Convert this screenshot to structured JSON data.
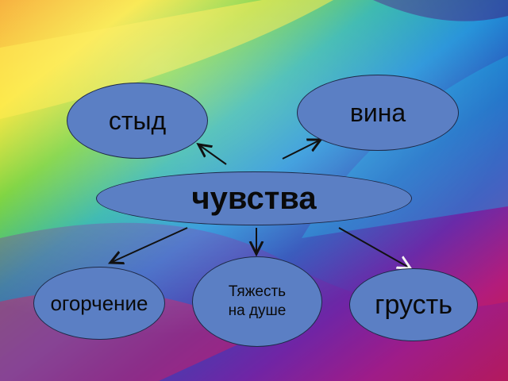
{
  "diagram": {
    "center": "чувства",
    "nodes": {
      "shame": "стыд",
      "guilt": "вина",
      "upset": "огорчение",
      "heaviness_line1": "Тяжесть",
      "heaviness_line2": "на душе",
      "sadness": "грусть"
    }
  },
  "colors": {
    "node_fill": "#5b7fc4",
    "node_border": "#1e2a48",
    "arrow": "#111111",
    "arrow_light": "#f2f2f2"
  }
}
